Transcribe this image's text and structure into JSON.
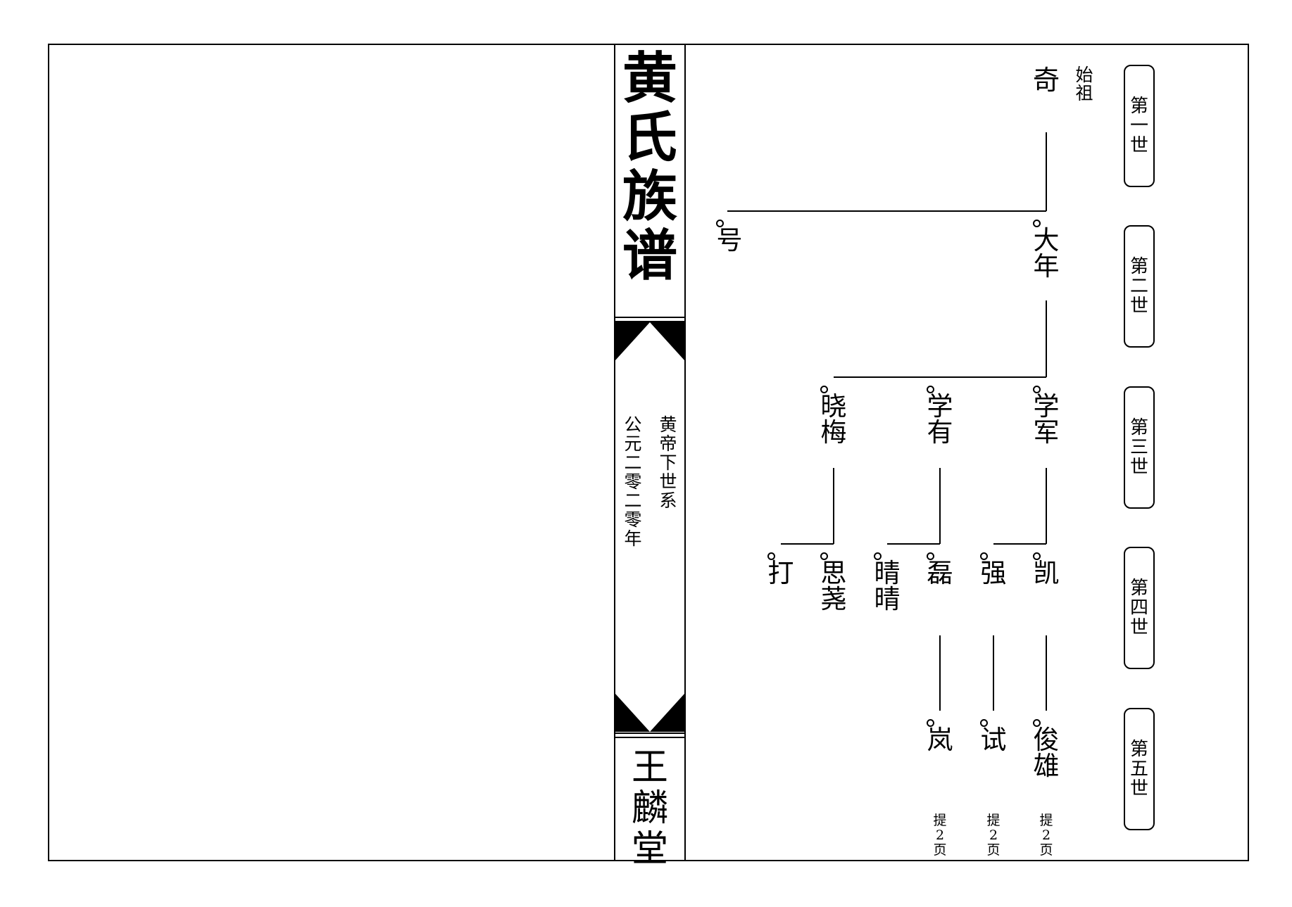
{
  "book": {
    "title_chars": [
      "黄",
      "氏",
      "族",
      "谱"
    ],
    "lineage_chars": [
      "黄",
      "帝",
      "下",
      "世",
      "系"
    ],
    "date_chars": [
      "公",
      "元",
      "二",
      "零",
      "二",
      "零",
      "年"
    ],
    "publisher_chars": [
      "王",
      "麟",
      "堂"
    ]
  },
  "generations": [
    {
      "chars": [
        "第",
        "一",
        "世"
      ]
    },
    {
      "chars": [
        "第",
        "二",
        "世"
      ]
    },
    {
      "chars": [
        "第",
        "三",
        "世"
      ]
    },
    {
      "chars": [
        "第",
        "四",
        "世"
      ]
    },
    {
      "chars": [
        "第",
        "五",
        "世"
      ]
    }
  ],
  "ancestor": {
    "label_chars": [
      "始",
      "祖"
    ],
    "name": "奇"
  },
  "people": {
    "hao": {
      "name": "号"
    },
    "danian": {
      "name": "大年"
    },
    "xiaomei": {
      "name": "晓梅"
    },
    "xueyou": {
      "name": "学有"
    },
    "xuejun": {
      "name": "学军"
    },
    "da": {
      "name": "打"
    },
    "siyao": {
      "name": "思荛"
    },
    "qingqing": {
      "name": "晴晴"
    },
    "lei": {
      "name": "磊"
    },
    "qiang": {
      "name": "强"
    },
    "kai": {
      "name": "凯"
    },
    "lan": {
      "name": "岚"
    },
    "shi": {
      "name": "试"
    },
    "junxiong": {
      "name": "俊雄"
    }
  },
  "page_note": {
    "chars": [
      "提",
      "2",
      "页"
    ]
  }
}
